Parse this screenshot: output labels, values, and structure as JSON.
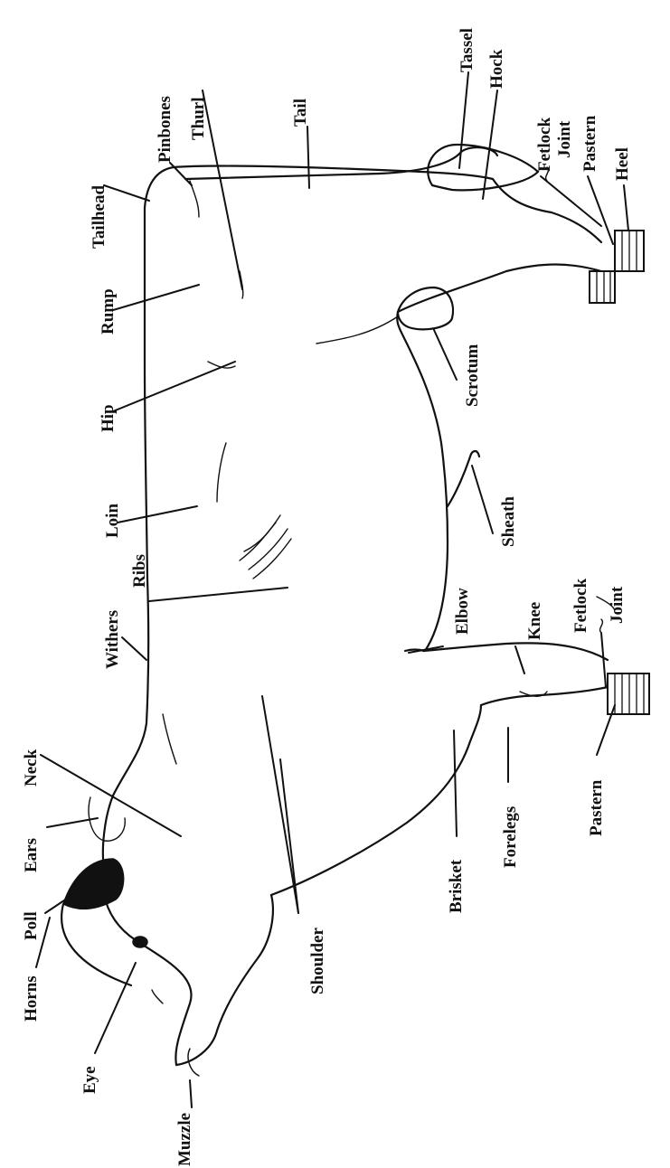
{
  "labels": {
    "muzzle": "Muzzle",
    "eye": "Eye",
    "horns": "Horns",
    "poll": "Poll",
    "ears": "Ears",
    "neck": "Neck",
    "withers": "Withers",
    "ribs": "Ribs",
    "loin": "Loin",
    "hip": "Hip",
    "rump": "Rump",
    "tailhead": "Tailhead",
    "pinbones": "Pinbones",
    "thurl": "Thurl",
    "tail": "Tail",
    "tassel": "Tassel",
    "hock": "Hock",
    "fetlock_rear": "Fetlock",
    "joint_rear": "Joint",
    "pastern_rear": "Pastern",
    "heel": "Heel",
    "scrotum": "Scrotum",
    "sheath": "Sheath",
    "elbow": "Elbow",
    "knee": "Knee",
    "fetlock_front": "Fetlock",
    "joint_front": "Joint",
    "pastern_front": "Pastern",
    "forelegs": "Forelegs",
    "brisket": "Brisket",
    "shoulder": "Shoulder"
  }
}
